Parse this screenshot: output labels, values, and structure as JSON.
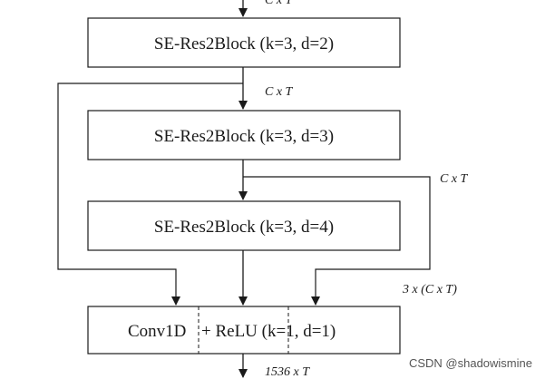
{
  "blocks": {
    "res2_d2": "SE-Res2Block (k=3, d=2)",
    "res2_d3": "SE-Res2Block (k=3, d=3)",
    "res2_d4": "SE-Res2Block (k=3, d=4)",
    "conv_left": "Conv1D",
    "conv_right": "+ ReLU (k=1, d=1)"
  },
  "dims": {
    "top_input": "C x T",
    "after_d2": "C x T",
    "after_d3": "C x T",
    "concat": "3 x (C x T)",
    "output": "1536 x T"
  },
  "watermark": "CSDN @shadowismine"
}
